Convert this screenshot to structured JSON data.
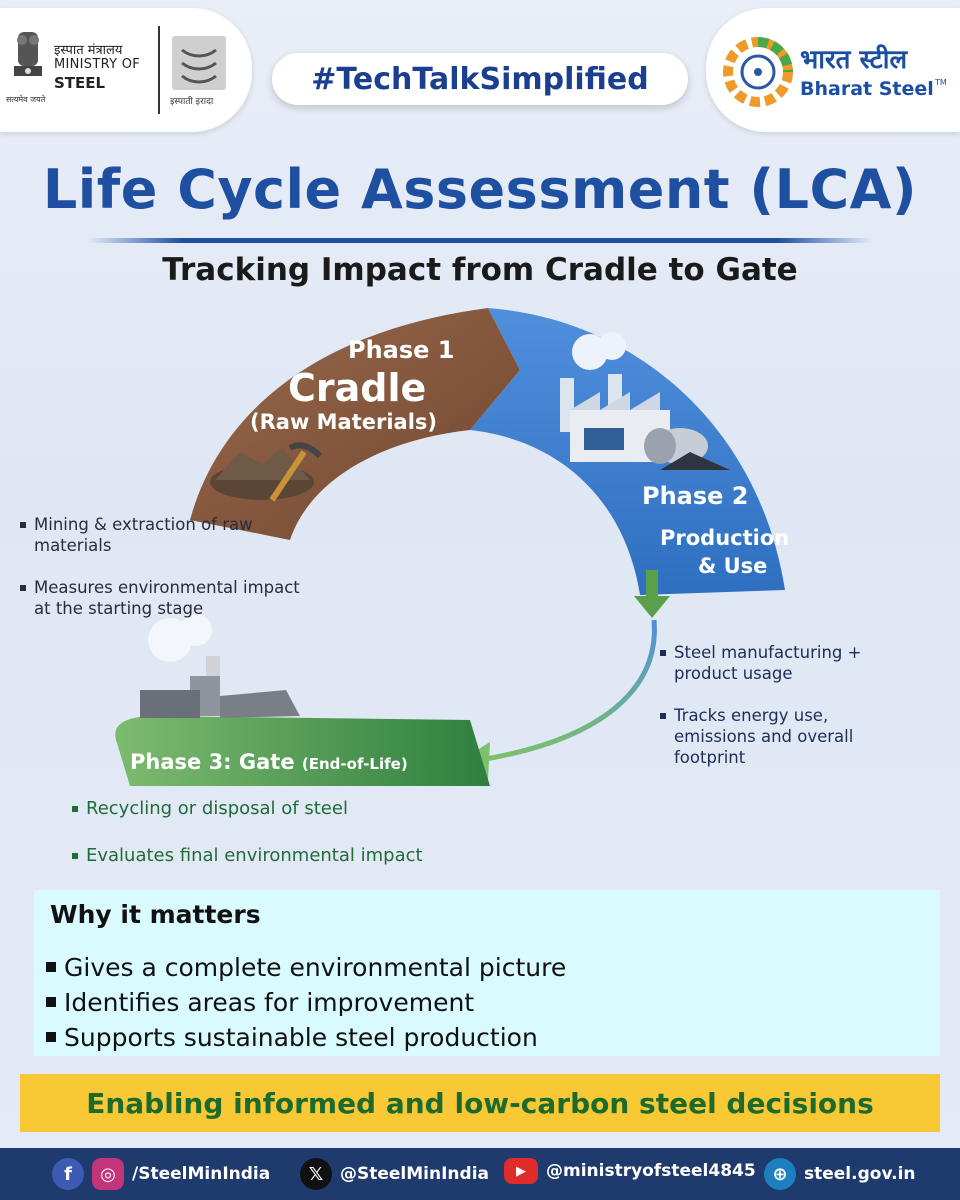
{
  "header": {
    "ministry_hindi": "इस्पात मंत्रालय",
    "ministry_english": "MINISTRY OF",
    "ministry_steel": "STEEL",
    "satyamev": "सत्यमेव जयते",
    "ispati_irada": "इस्पाती इरादा",
    "hashtag": "#TechTalkSimplified",
    "bharat_hindi": "भारत स्टील",
    "bharat_english": "Bharat Steel",
    "trademark": "TM"
  },
  "title": "Life Cycle Assessment (LCA)",
  "subtitle": "Tracking Impact from Cradle to Gate",
  "phases": {
    "phase1": {
      "number": "Phase 1",
      "name": "Cradle",
      "sub": "(Raw Materials)",
      "bullets": [
        "Mining & extraction of raw materials",
        "Measures environmental impact at the starting stage"
      ]
    },
    "phase2": {
      "number": "Phase 2",
      "name_line1": "Production",
      "name_line2": "& Use",
      "bullets": [
        "Steel manufacturing + product usage",
        "Tracks energy use, emissions and overall footprint"
      ]
    },
    "phase3": {
      "label": "Phase 3: Gate",
      "sub": "(End-of-Life)",
      "bullets": [
        "Recycling or disposal of steel",
        "Evaluates final environmental impact"
      ]
    }
  },
  "why": {
    "title": "Why it matters",
    "items": [
      "Gives a complete environmental picture",
      "Identifies areas for improvement",
      "Supports sustainable steel production"
    ]
  },
  "banner": "Enabling informed and low-carbon steel decisions",
  "footer": {
    "handle_fb_ig": "/SteelMinIndia",
    "handle_x": "@SteelMinIndia",
    "handle_youtube": "@ministryofsteel4845",
    "website": "steel.gov.in"
  },
  "colors": {
    "brand_blue": "#1f4fa1",
    "cradle_brown": "#8a5a3f",
    "production_blue": "#3f7fd0",
    "gate_green": "#4f9b55",
    "banner_yellow": "#f8c934",
    "footer_navy": "#1f3a6d"
  }
}
